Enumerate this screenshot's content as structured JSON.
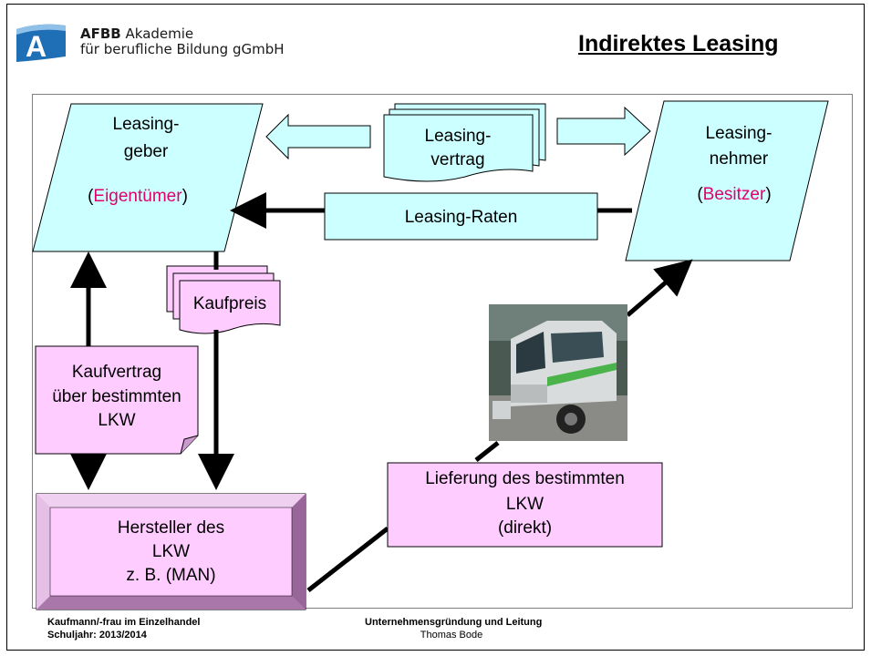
{
  "header": {
    "logo_letter": "A",
    "org_short": "AFBB",
    "org_word": "Akademie",
    "org_line2": "für berufliche Bildung gGmbH",
    "slide_title": "Indirektes Leasing"
  },
  "diagram": {
    "leasinggeber": {
      "line1": "Leasing-",
      "line2": "geber",
      "open": "(",
      "role": "Eigentümer",
      "close": ")"
    },
    "leasingnehmer": {
      "line1": "Leasing-",
      "line2": "nehmer",
      "open": "(",
      "role": "Besitzer",
      "close": ")"
    },
    "vertrag": {
      "line1": "Leasing-",
      "line2": "vertrag"
    },
    "raten": "Leasing-Raten",
    "kaufpreis": "Kaufpreis",
    "kaufvertrag": {
      "line1": "Kaufvertrag",
      "line2": "über bestimmten",
      "line3": "LKW"
    },
    "hersteller": {
      "line1": "Hersteller des",
      "line2": "LKW",
      "line3": "z. B. (MAN)"
    },
    "lieferung": {
      "line1": "Lieferung des bestimmten",
      "line2": "LKW",
      "line3": "(direkt)"
    },
    "colors": {
      "cyan": "#ccffff",
      "pink": "#ffccff",
      "pink_dark": "#996699",
      "accent_red": "#e0006c",
      "logo_blue": "#1f6fb6"
    }
  },
  "footer": {
    "left_line1": "Kaufmann/-frau im Einzelhandel",
    "left_line2": "Schuljahr: 2013/2014",
    "center_line1": "Unternehmensgründung und Leitung",
    "center_line2": "Thomas Bode"
  }
}
